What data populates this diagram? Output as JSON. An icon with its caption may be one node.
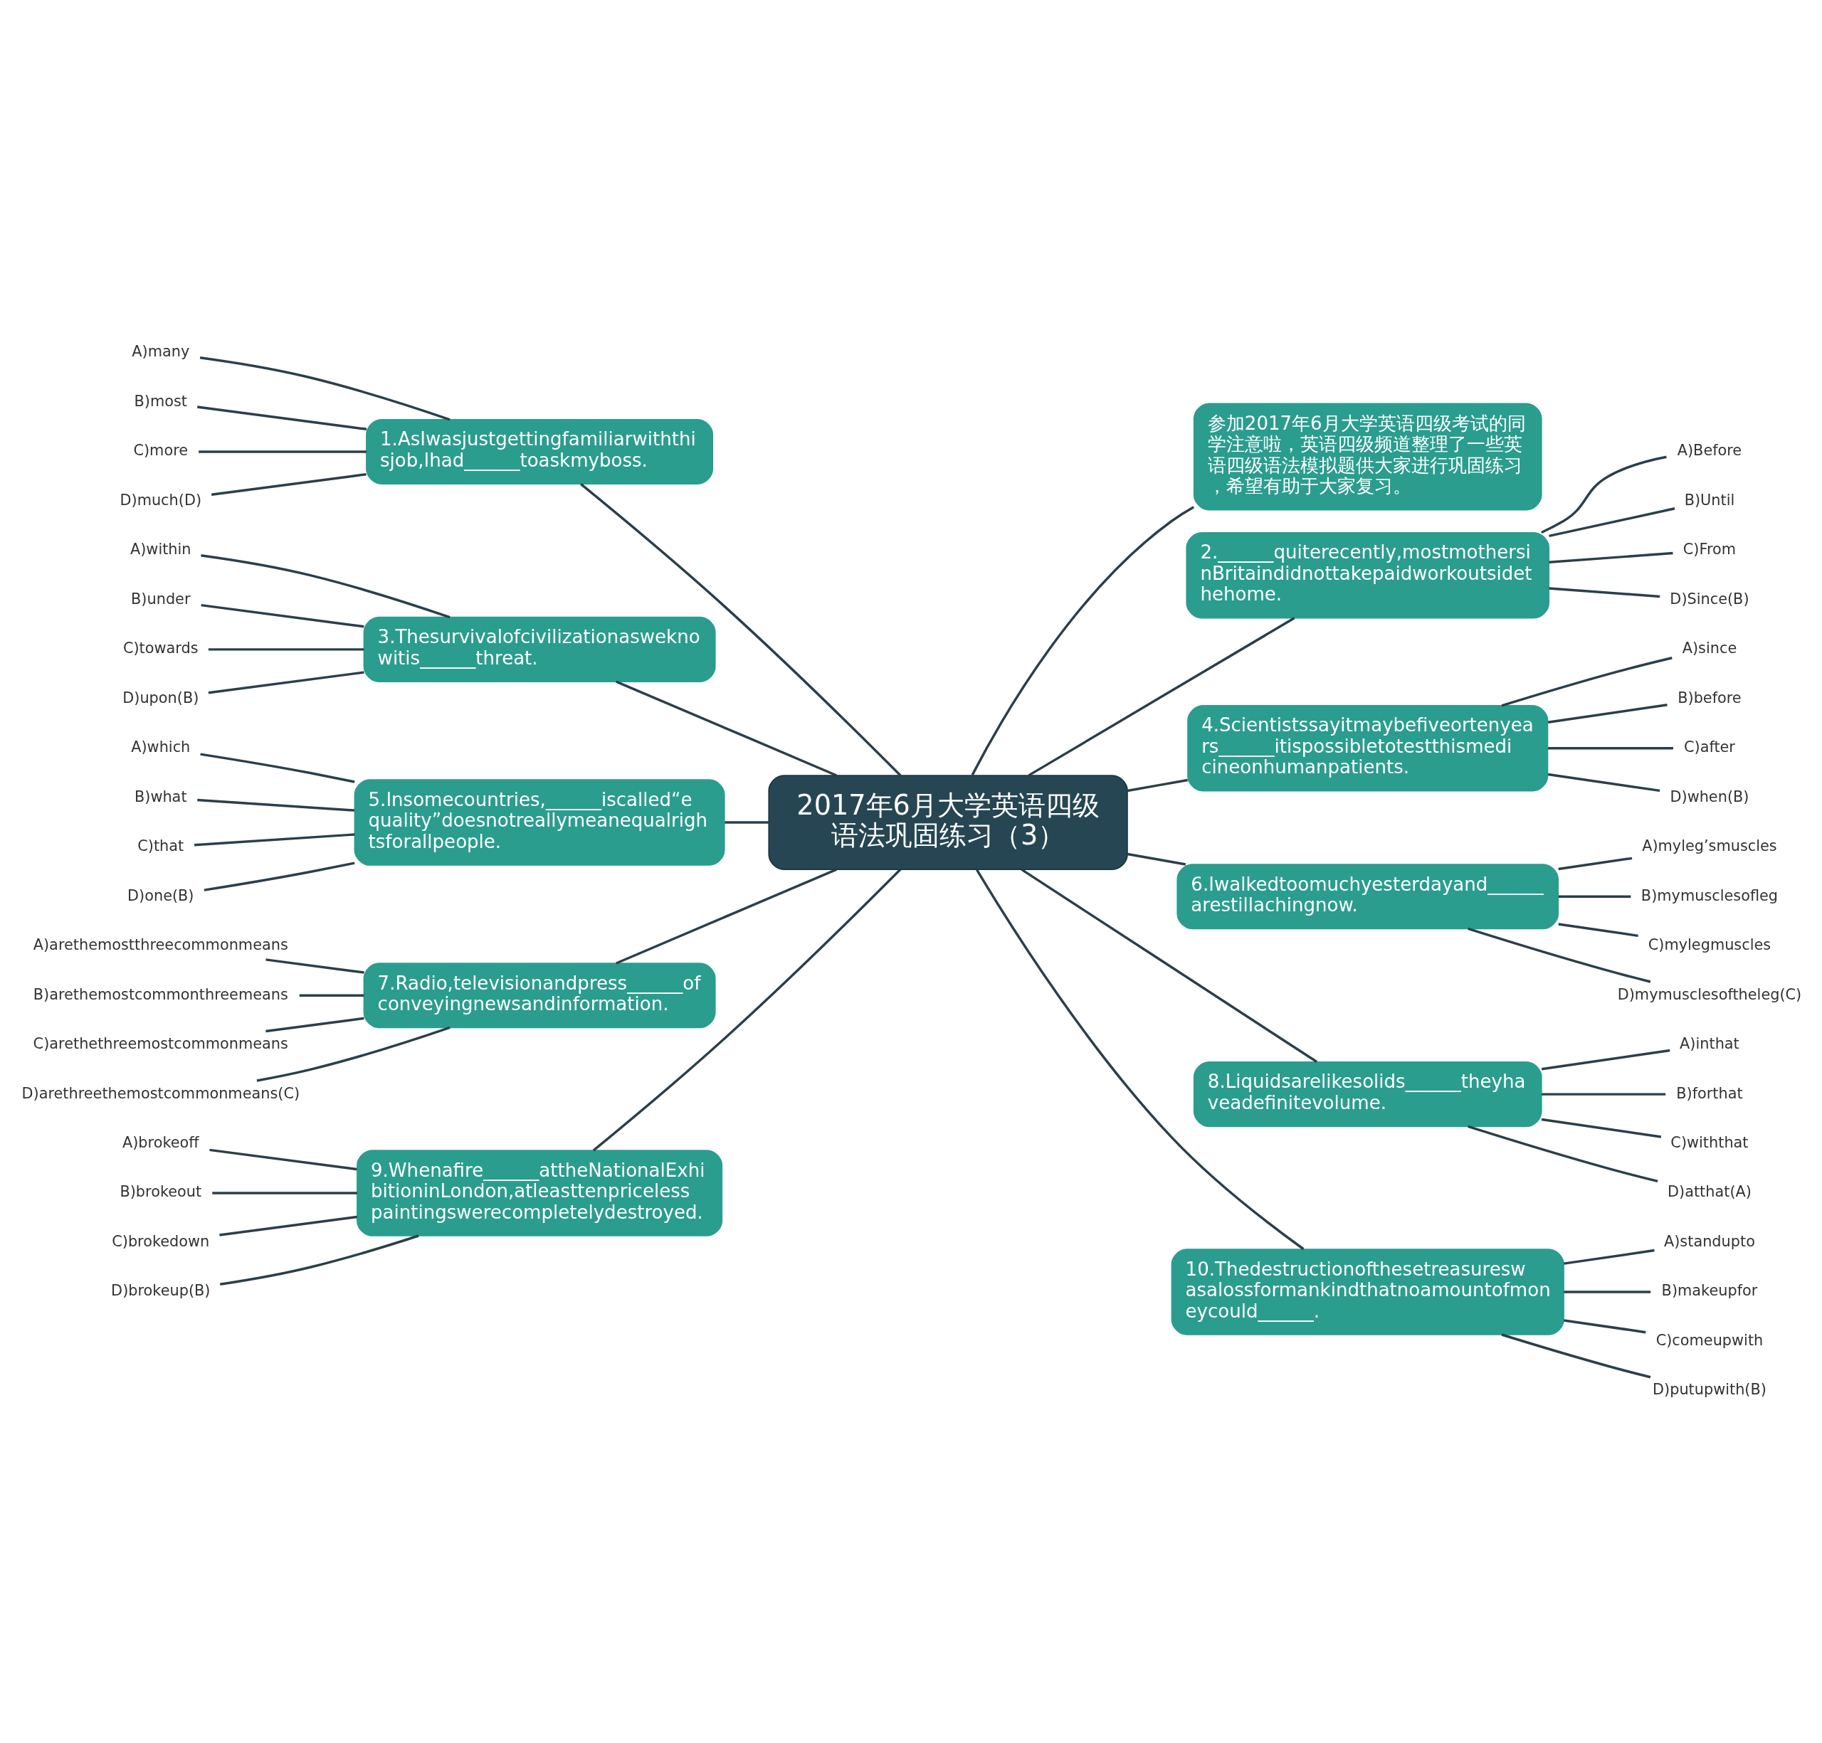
{
  "diagram": {
    "nodes": [
      {
        "text": [
          "2017年6月大学英语四级语法巩固练习（3）"
        ]
      },
      {
        "text": [
          "1.AsIwasjustgettingfamiliarwiththisjob,Ihad______toaskmyboss."
        ]
      },
      {
        "text": [
          "A)many"
        ]
      },
      {
        "text": [
          "B)most"
        ]
      },
      {
        "text": [
          "C)more"
        ]
      },
      {
        "text": [
          "D)much(D)"
        ]
      },
      {
        "text": [
          "3.Thesurvivalofcivilizationasweknowitis______threat."
        ]
      },
      {
        "text": [
          "A)within"
        ]
      },
      {
        "text": [
          "B)under"
        ]
      },
      {
        "text": [
          "C)towards"
        ]
      },
      {
        "text": [
          "D)upon(B)"
        ]
      },
      {
        "text": [
          "5.Insomecountries,______iscalled“equality”doesnotreallymeanequalrightsforallpeople."
        ]
      },
      {
        "text": [
          "A)which"
        ]
      },
      {
        "text": [
          "B)what"
        ]
      },
      {
        "text": [
          "C)that"
        ]
      },
      {
        "text": [
          "D)one(B)"
        ]
      },
      {
        "text": [
          "7.Radio,televisionandpress______ofconveyingnewsandinformation."
        ]
      },
      {
        "text": [
          "A)arethemostthreecommonmeans"
        ]
      },
      {
        "text": [
          "B)arethemostcommonthreemeans"
        ]
      },
      {
        "text": [
          "C)arethethreemostcommonmeans"
        ]
      },
      {
        "text": [
          "D)arethreethemostcommonmeans(C)"
        ]
      },
      {
        "text": [
          "9.Whenafire______attheNationalExhibitioninLondon,atleasttenpricelesspaintingswerecompletelydestroyed."
        ]
      },
      {
        "text": [
          "A)brokeoff"
        ]
      },
      {
        "text": [
          "B)brokeout"
        ]
      },
      {
        "text": [
          "C)brokedown"
        ]
      },
      {
        "text": [
          "D)brokeup(B)"
        ]
      },
      {
        "text": [
          "参加2017年6月大学英语四级考试的同学注意啦，英语四级频道整理了一些英语四级语法模拟题供大家进行巩固练习，希望有助于大家复习。"
        ]
      },
      {
        "text": [
          "2.______quiterecently,mostmothersinBritaindidnottakepaidworkoutsidethehome."
        ]
      },
      {
        "text": [
          "A)Before"
        ]
      },
      {
        "text": [
          "B)Until"
        ]
      },
      {
        "text": [
          "C)From"
        ]
      },
      {
        "text": [
          "D)Since(B)"
        ]
      },
      {
        "text": [
          "4.Scientistssayitmaybefiveortenyears______itispossibletotestthismedicineonhumanpatients."
        ]
      },
      {
        "text": [
          "A)since"
        ]
      },
      {
        "text": [
          "B)before"
        ]
      },
      {
        "text": [
          "C)after"
        ]
      },
      {
        "text": [
          "D)when(B)"
        ]
      },
      {
        "text": [
          "6.Iwalkedtoomuchyesterdayand______arestillachingnow."
        ]
      },
      {
        "text": [
          "A)myleg’smuscles"
        ]
      },
      {
        "text": [
          "B)mymusclesofleg"
        ]
      },
      {
        "text": [
          "C)mylegmuscles"
        ]
      },
      {
        "text": [
          "D)mymusclesoftheleg(C)"
        ]
      },
      {
        "text": [
          "8.Liquidsarelikesolids______theyhaveadefinitevolume."
        ]
      },
      {
        "text": [
          "A)inthat"
        ]
      },
      {
        "text": [
          "B)forthat"
        ]
      },
      {
        "text": [
          "C)withthat"
        ]
      },
      {
        "text": [
          "D)atthat(A)"
        ]
      },
      {
        "text": [
          "10.Thedestructionofthesetreasureswasalossformankindthatnoamountofmoneycould______."
        ]
      },
      {
        "text": [
          "A)standupto"
        ]
      },
      {
        "text": [
          "B)makeupfor"
        ]
      },
      {
        "text": [
          "C)comeupwith"
        ]
      },
      {
        "text": [
          "D)putupwith(B)"
        ]
      }
    ],
    "edges": [
      {
        "from": 0,
        "to": 1,
        "arrow": "none"
      },
      {
        "from": 1,
        "to": 2,
        "arrow": "none"
      },
      {
        "from": 1,
        "to": 3,
        "arrow": "none"
      },
      {
        "from": 1,
        "to": 4,
        "arrow": "none"
      },
      {
        "from": 1,
        "to": 5,
        "arrow": "none"
      },
      {
        "from": 0,
        "to": 6,
        "arrow": "none"
      },
      {
        "from": 6,
        "to": 7,
        "arrow": "none"
      },
      {
        "from": 6,
        "to": 8,
        "arrow": "none"
      },
      {
        "from": 6,
        "to": 9,
        "arrow": "none"
      },
      {
        "from": 6,
        "to": 10,
        "arrow": "none"
      },
      {
        "from": 0,
        "to": 11,
        "arrow": "none"
      },
      {
        "from": 11,
        "to": 12,
        "arrow": "none"
      },
      {
        "from": 11,
        "to": 13,
        "arrow": "none"
      },
      {
        "from": 11,
        "to": 14,
        "arrow": "none"
      },
      {
        "from": 11,
        "to": 15,
        "arrow": "none"
      },
      {
        "from": 0,
        "to": 16,
        "arrow": "none"
      },
      {
        "from": 16,
        "to": 17,
        "arrow": "none"
      },
      {
        "from": 16,
        "to": 18,
        "arrow": "none"
      },
      {
        "from": 16,
        "to": 19,
        "arrow": "none"
      },
      {
        "from": 16,
        "to": 20,
        "arrow": "none"
      },
      {
        "from": 0,
        "to": 21,
        "arrow": "none"
      },
      {
        "from": 21,
        "to": 22,
        "arrow": "none"
      },
      {
        "from": 21,
        "to": 23,
        "arrow": "none"
      },
      {
        "from": 21,
        "to": 24,
        "arrow": "none"
      },
      {
        "from": 21,
        "to": 25,
        "arrow": "none"
      },
      {
        "from": 0,
        "to": 26,
        "arrow": "none"
      },
      {
        "from": 0,
        "to": 27,
        "arrow": "none"
      },
      {
        "from": 27,
        "to": 28,
        "arrow": "none"
      },
      {
        "from": 27,
        "to": 29,
        "arrow": "none"
      },
      {
        "from": 27,
        "to": 30,
        "arrow": "none"
      },
      {
        "from": 27,
        "to": 31,
        "arrow": "none"
      },
      {
        "from": 0,
        "to": 32,
        "arrow": "none"
      },
      {
        "from": 32,
        "to": 33,
        "arrow": "none"
      },
      {
        "from": 32,
        "to": 34,
        "arrow": "none"
      },
      {
        "from": 32,
        "to": 35,
        "arrow": "none"
      },
      {
        "from": 32,
        "to": 36,
        "arrow": "none"
      },
      {
        "from": 0,
        "to": 37,
        "arrow": "none"
      },
      {
        "from": 37,
        "to": 38,
        "arrow": "none"
      },
      {
        "from": 37,
        "to": 39,
        "arrow": "none"
      },
      {
        "from": 37,
        "to": 40,
        "arrow": "none"
      },
      {
        "from": 37,
        "to": 41,
        "arrow": "none"
      },
      {
        "from": 0,
        "to": 42,
        "arrow": "none"
      },
      {
        "from": 42,
        "to": 43,
        "arrow": "none"
      },
      {
        "from": 42,
        "to": 44,
        "arrow": "none"
      },
      {
        "from": 42,
        "to": 45,
        "arrow": "none"
      },
      {
        "from": 42,
        "to": 46,
        "arrow": "none"
      },
      {
        "from": 0,
        "to": 47,
        "arrow": "none"
      },
      {
        "from": 47,
        "to": 48,
        "arrow": "none"
      },
      {
        "from": 47,
        "to": 49,
        "arrow": "none"
      },
      {
        "from": 47,
        "to": 50,
        "arrow": "none"
      },
      {
        "from": 47,
        "to": 51,
        "arrow": "none"
      }
    ]
  }
}
